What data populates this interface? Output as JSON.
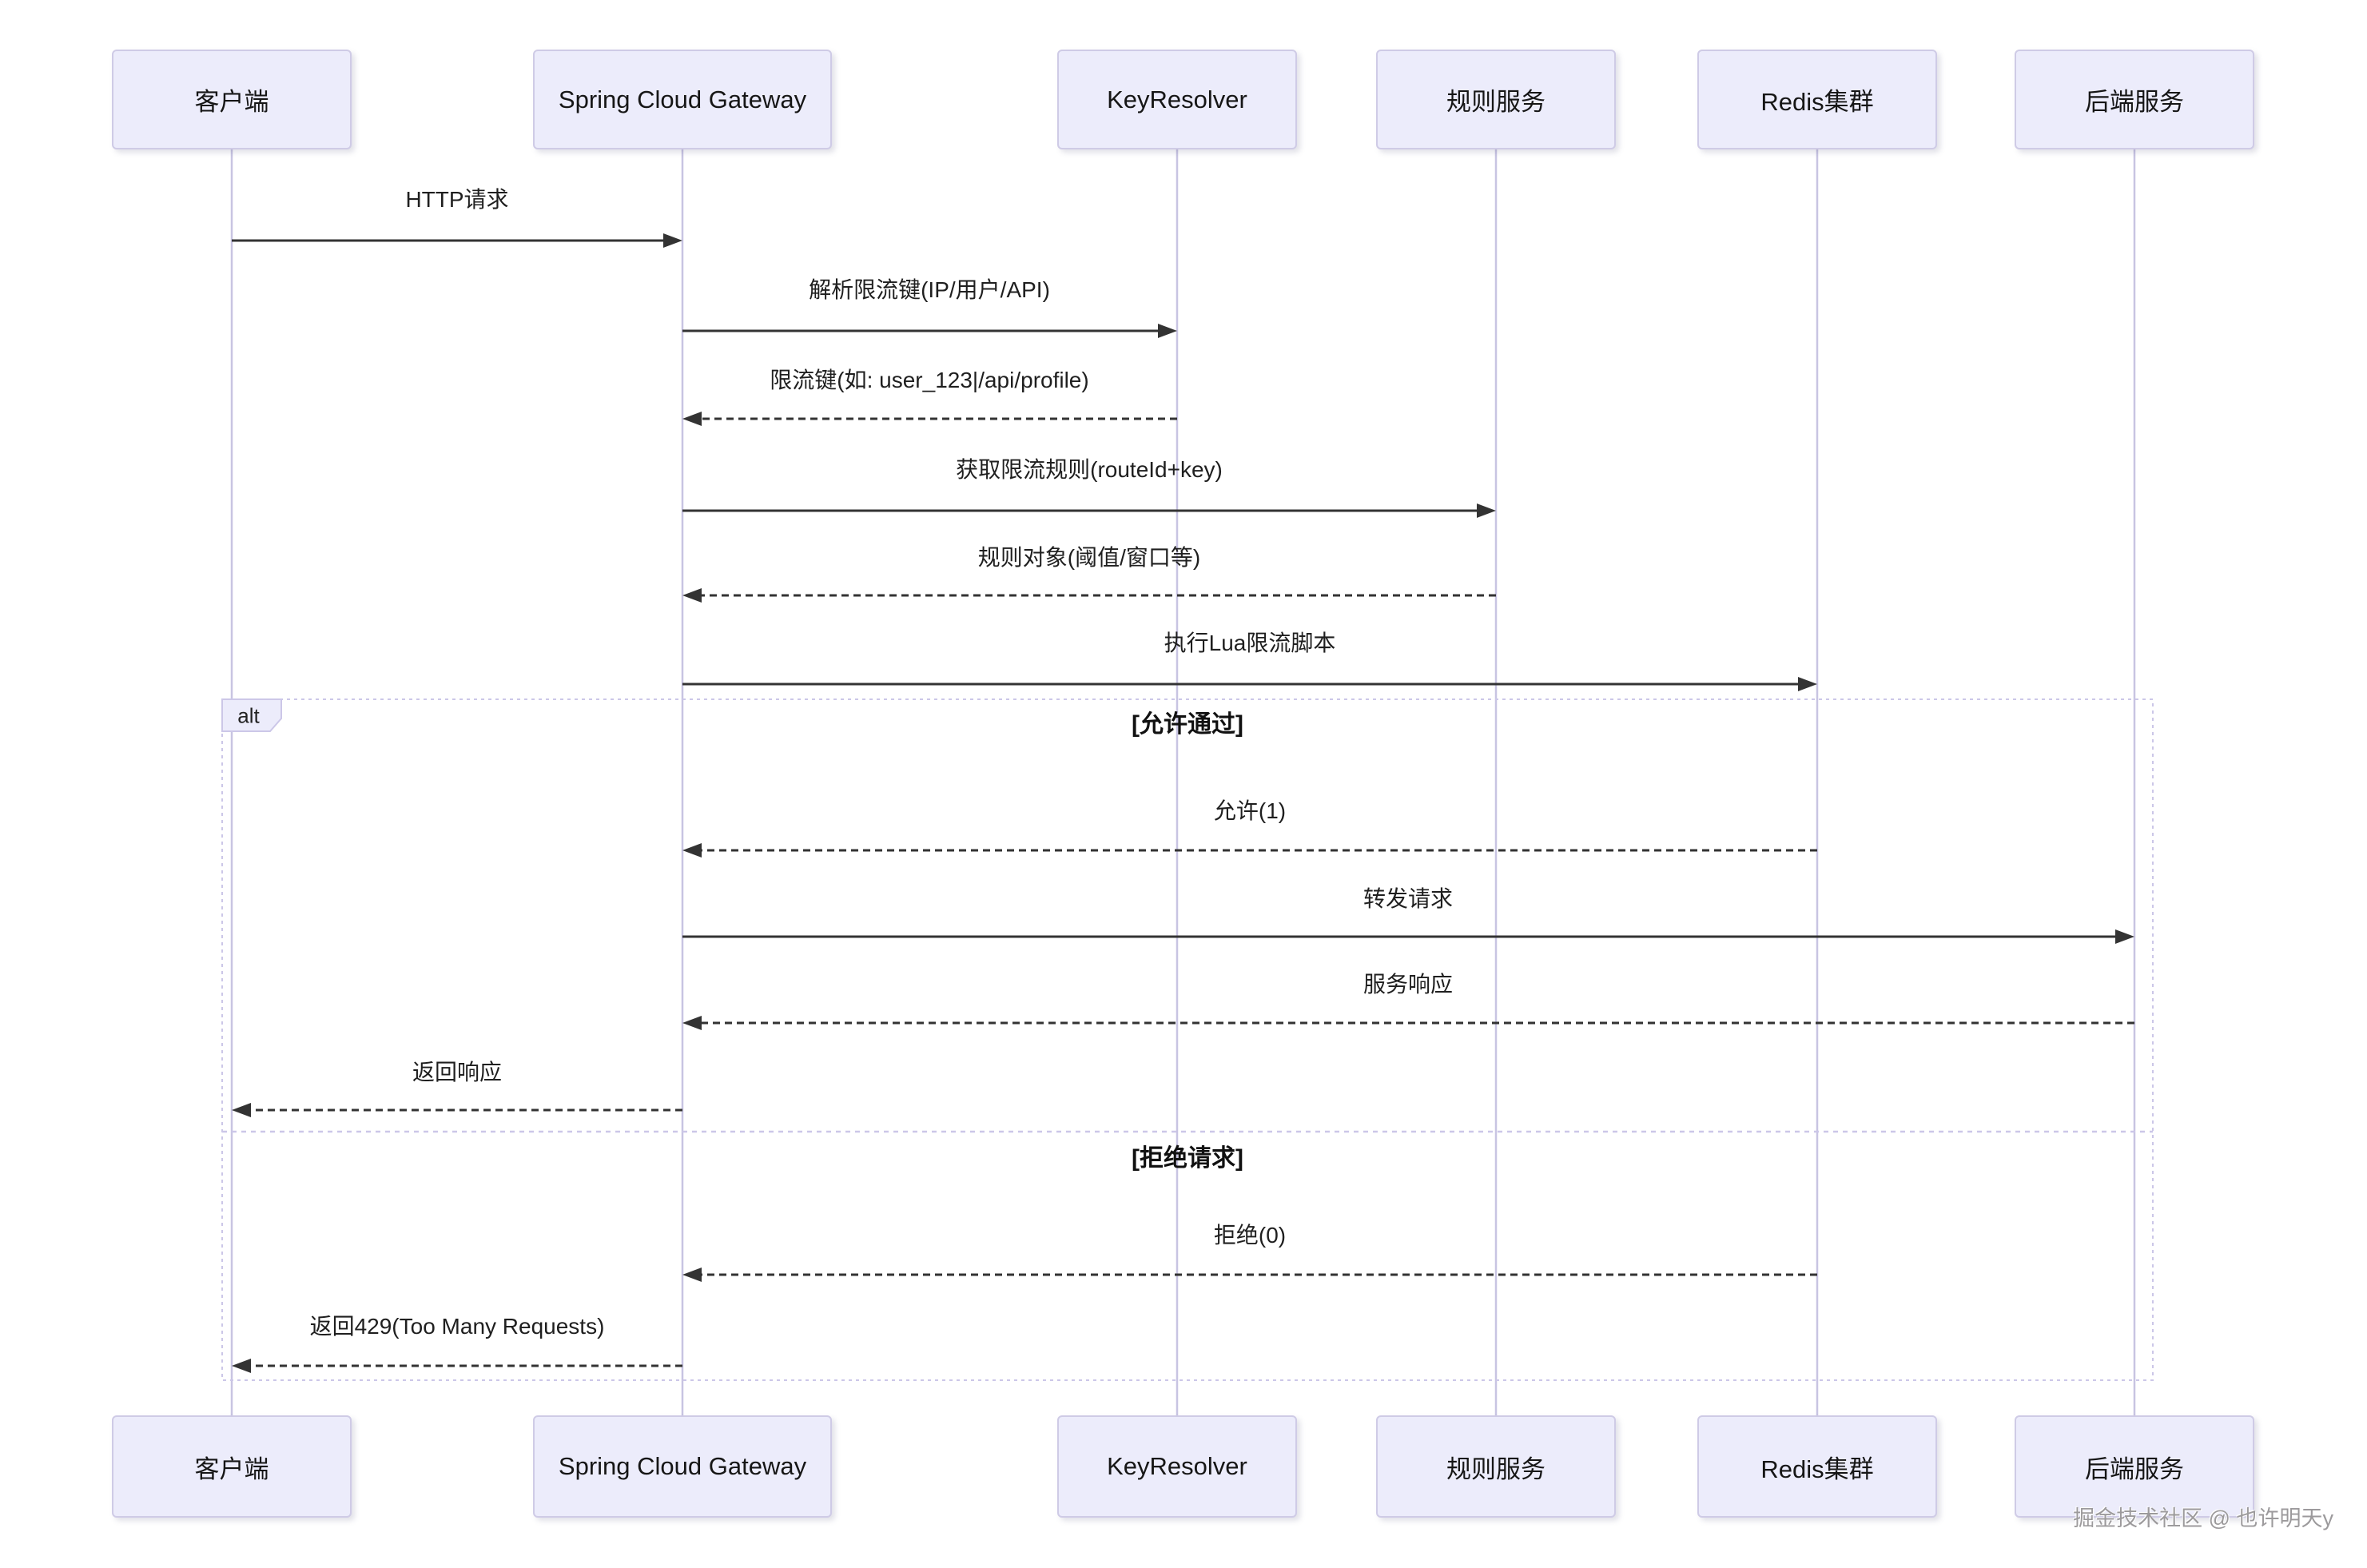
{
  "diagram": {
    "type": "sequence-diagram",
    "participants": [
      {
        "id": "client",
        "label": "客户端"
      },
      {
        "id": "gateway",
        "label": "Spring Cloud Gateway"
      },
      {
        "id": "keyresolver",
        "label": "KeyResolver"
      },
      {
        "id": "rules",
        "label": "规则服务"
      },
      {
        "id": "redis",
        "label": "Redis集群"
      },
      {
        "id": "backend",
        "label": "后端服务"
      }
    ],
    "messages": [
      {
        "from": "client",
        "to": "gateway",
        "style": "solid",
        "label": "HTTP请求"
      },
      {
        "from": "gateway",
        "to": "keyresolver",
        "style": "solid",
        "label": "解析限流键(IP/用户/API)"
      },
      {
        "from": "keyresolver",
        "to": "gateway",
        "style": "dashed",
        "label": "限流键(如: user_123|/api/profile)"
      },
      {
        "from": "gateway",
        "to": "rules",
        "style": "solid",
        "label": "获取限流规则(routeId+key)"
      },
      {
        "from": "rules",
        "to": "gateway",
        "style": "dashed",
        "label": "规则对象(阈值/窗口等)"
      },
      {
        "from": "gateway",
        "to": "redis",
        "style": "solid",
        "label": "执行Lua限流脚本"
      },
      {
        "from": "redis",
        "to": "gateway",
        "style": "dashed",
        "label": "允许(1)"
      },
      {
        "from": "gateway",
        "to": "backend",
        "style": "solid",
        "label": "转发请求"
      },
      {
        "from": "backend",
        "to": "gateway",
        "style": "dashed",
        "label": "服务响应"
      },
      {
        "from": "gateway",
        "to": "client",
        "style": "dashed",
        "label": "返回响应"
      },
      {
        "from": "redis",
        "to": "gateway",
        "style": "dashed",
        "label": "拒绝(0)"
      },
      {
        "from": "gateway",
        "to": "client",
        "style": "dashed",
        "label": "返回429(Too Many Requests)"
      }
    ],
    "alt": {
      "label": "alt",
      "sections": [
        {
          "condition": "[允许通过]"
        },
        {
          "condition": "[拒绝请求]"
        }
      ]
    },
    "watermark": "掘金技术社区 @ 也许明天y",
    "colors": {
      "actor_fill": "#ECECFB",
      "actor_border": "#CFCBE6",
      "lifeline": "#C8C4E2",
      "arrow": "#333333",
      "frame_border": "#CCC7E8",
      "text": "#1F1F1F",
      "watermark": "#9C9A9C"
    }
  }
}
